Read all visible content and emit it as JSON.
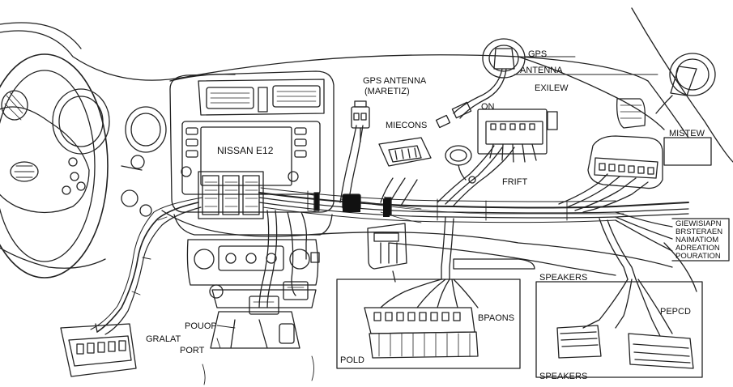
{
  "screen": {
    "text": "NISSAN E12"
  },
  "labels": {
    "gps": "GPS",
    "antenna": "ANTENNA",
    "exilew": "EXILEW",
    "on": "ON",
    "gps_antenna_line1": "GPS ANTENNA",
    "gps_antenna_line2": "(MARETIZ)",
    "miecons": "MIECONS",
    "frift": "FRIFT",
    "mistew": "MISTEW",
    "speakers_top": "SPEAKERS",
    "speakers_bottom": "SPEAKERS",
    "pepcd": "PEPCD",
    "bpaons": "BPAONS",
    "pold": "POLD",
    "pouop": "POUOP",
    "gralat": "GRALAT",
    "port": "PORT"
  },
  "right_block_lines": [
    "GIEWISIAPN",
    "BRSTERAEN",
    "NAIMATIOM",
    "ADREATION",
    "POURATION"
  ]
}
